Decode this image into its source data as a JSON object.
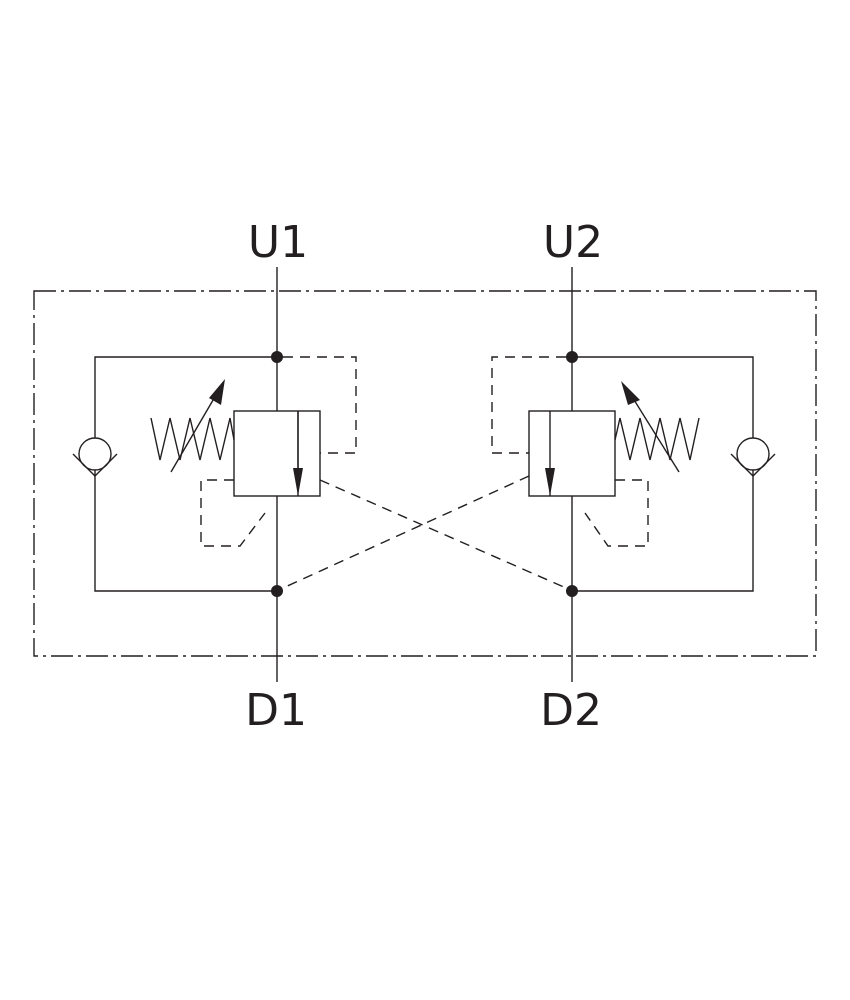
{
  "diagram": {
    "ports": {
      "u1": "U1",
      "u2": "U2",
      "d1": "D1",
      "d2": "D2"
    },
    "colors": {
      "line": "#231f20",
      "background": "#ffffff"
    }
  }
}
